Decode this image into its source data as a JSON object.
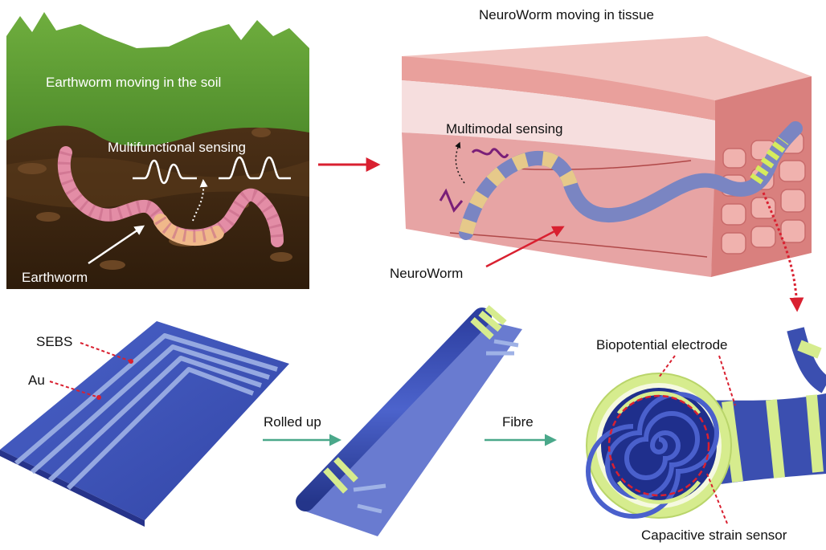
{
  "panels": {
    "soil": {
      "title": "Earthworm moving in the soil",
      "sensing_label": "Multifunctional sensing",
      "worm_label": "Earthworm"
    },
    "tissue": {
      "title": "NeuroWorm moving in tissue",
      "sensing_label": "Multimodal sensing",
      "worm_label": "NeuroWorm"
    },
    "fabrication": {
      "sebs_label": "SEBS",
      "au_label": "Au",
      "rolled_label": "Rolled up",
      "fibre_label": "Fibre"
    },
    "cross_section": {
      "electrode_label": "Biopotential electrode",
      "strain_label": "Capacitive strain sensor"
    }
  },
  "colors": {
    "soil_dark": "#3a2410",
    "grass": "#5e9a34",
    "worm_pink": "#e38da6",
    "tissue_pink": "#e9a6a6",
    "substrate_blue": "#3b4fb0",
    "electrode_green": "#d6ec8e",
    "arrow_red": "#d92030",
    "arrow_teal": "#4aa88a"
  }
}
